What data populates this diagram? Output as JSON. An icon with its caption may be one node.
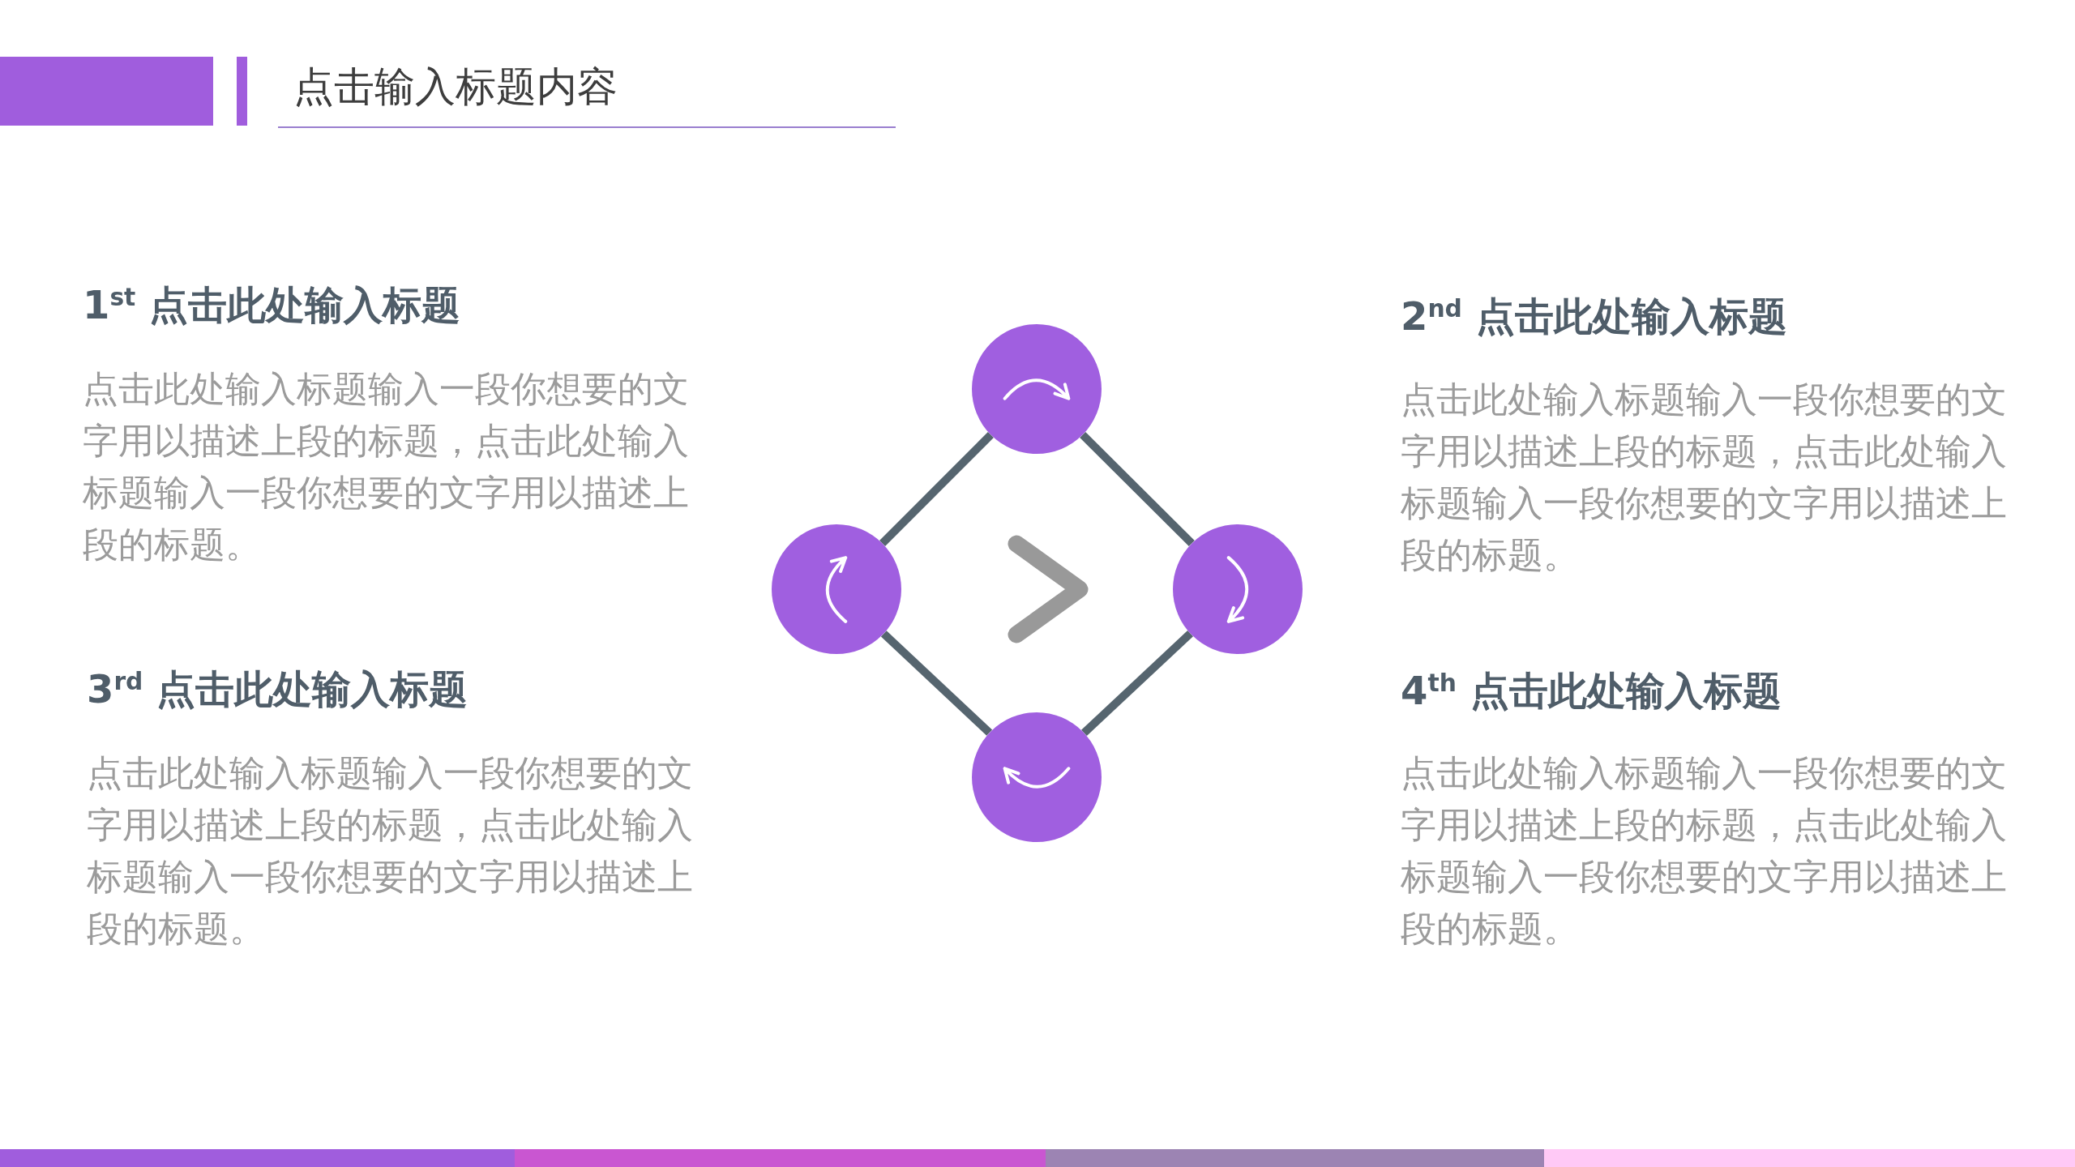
{
  "diagram": {
    "title": "点击输入标题内容",
    "nodes": [
      {
        "text": [],
        "shape": "circle"
      },
      {
        "text": [],
        "shape": "circle"
      },
      {
        "text": [],
        "shape": "circle"
      },
      {
        "text": [],
        "shape": "circle"
      }
    ],
    "edges": [
      {
        "from": 3,
        "to": 0,
        "arrow": "none"
      },
      {
        "from": 0,
        "to": 1,
        "arrow": "none"
      },
      {
        "from": 1,
        "to": 2,
        "arrow": "none"
      },
      {
        "from": 2,
        "to": 3,
        "arrow": "none"
      }
    ],
    "labels": [
      "1$^{st}$ 点击此处输入标题",
      "点击此处输入标题输入一段你想要的文字用以描述上段的标题，点击此处输入标题输入一段你想要的文字用以描述上段的标题。",
      "2$^{nd}$ 点击此处输入标题",
      "点击此处输入标题输入一段你想要的文字用以描述上段的标题，点击此处输入标题输入一段你想要的文字用以描述上段的标题。",
      "3$^{rd}$ 点击此处输入标题",
      "点击此处输入标题输入一段你想要的文字用以描述上段的标题，点击此处输入标题输入一段你想要的文字用以描述上段的标题。",
      "4$^{th}$ 点击此处输入标题",
      "点击此处输入标题输入一段你想要的文字用以描述上段的标题，点击此处输入标题输入一段你想要的文字用以描述上段的标题。"
    ]
  }
}
